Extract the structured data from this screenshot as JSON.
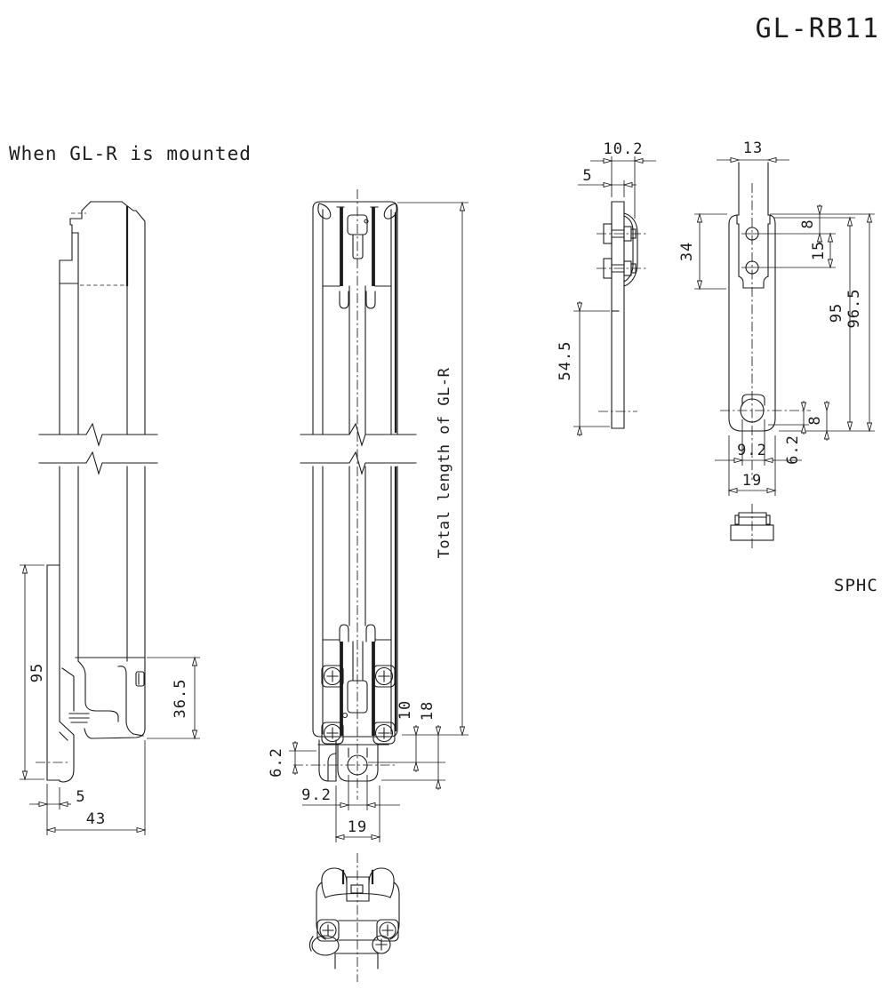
{
  "drawing": {
    "title": "GL-RB11",
    "note": "When GL-R is mounted",
    "material": "SPHC",
    "total_length_label": "Total length of GL-R"
  },
  "dims": {
    "ls_height": "95",
    "ls_clamp": "36.5",
    "ls_thickness": "5",
    "ls_depth": "43",
    "mf_hole_offset": "6.2",
    "mf_slot": "9.2",
    "mf_tab_width": "19",
    "mf_end_hole": "10",
    "mf_end_tab": "18",
    "bs_depth": "10.2",
    "bs_thickness": "5",
    "bs_lower": "54.5",
    "bf_tab": "13",
    "bf_upper": "34",
    "bf_top_hole": "8",
    "bf_pitch": "15",
    "bf_height": "95",
    "bf_total": "96.5",
    "bf_slot": "9.2",
    "bf_hole_off": "6.2",
    "bf_hole_end": "8",
    "bf_width": "19"
  }
}
